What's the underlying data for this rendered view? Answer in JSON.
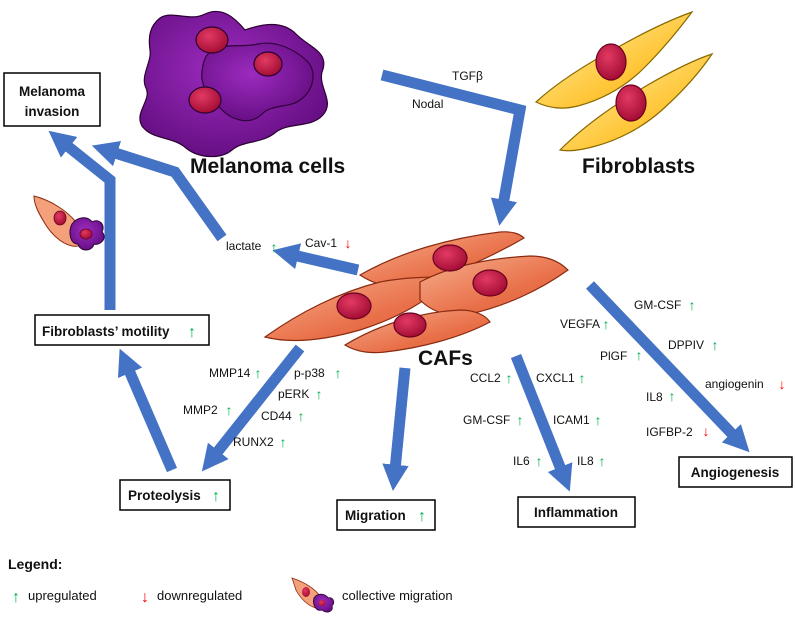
{
  "nodes": {
    "melanoma_cells": "Melanoma cells",
    "fibroblasts": "Fibroblasts",
    "cafs": "CAFs",
    "melanoma_invasion_line1": "Melanoma",
    "melanoma_invasion_line2": "invasion",
    "fibroblasts_motility": "Fibroblasts’ motility",
    "proteolysis": "Proteolysis",
    "migration": "Migration",
    "inflammation": "Inflammation",
    "angiogenesis": "Angiogenesis"
  },
  "factors": {
    "tgfb": "TGFβ",
    "nodal": "Nodal",
    "lactate": "lactate",
    "cav1": "Cav-1",
    "mmp14": "MMP14",
    "mmp2": "MMP2",
    "pp38": "p-p38",
    "perk": "pERK",
    "cd44": "CD44",
    "runx2": "RUNX2",
    "ccl2": "CCL2",
    "cxcl1": "CXCL1",
    "gmcsf_infl": "GM-CSF",
    "icam1": "ICAM1",
    "il6": "IL6",
    "il8_infl": "IL8",
    "vegfa": "VEGFA",
    "gmcsf_ang": "GM-CSF",
    "dppiv": "DPPIV",
    "pigf": "PlGF",
    "il8_ang": "IL8",
    "angiogenin": "angiogenin",
    "igfbp2": "IGFBP-2"
  },
  "legend": {
    "title": "Legend:",
    "upregulated": "upregulated",
    "downregulated": "downregulated",
    "collective_migration": "collective migration"
  },
  "colors": {
    "arrow": "#4472C4",
    "up": "#00B050",
    "down": "#FF0000",
    "melanoma_fill": "#7B0C9C",
    "fibroblast_fill": "#FFC000",
    "caf_fill": "#E9714A",
    "nucleus": "#C0123E"
  }
}
